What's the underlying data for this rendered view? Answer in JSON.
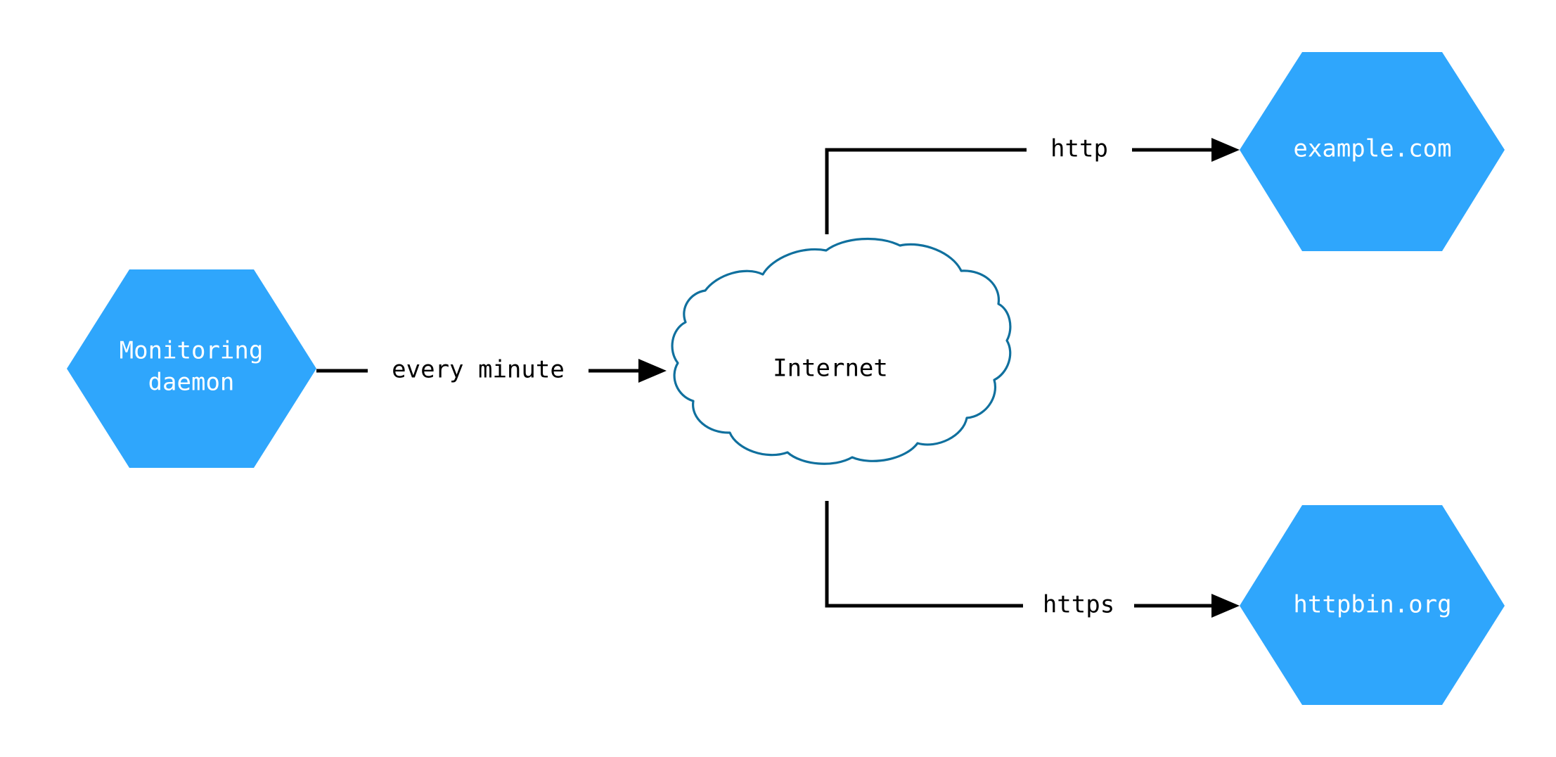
{
  "diagram": {
    "type": "network-flow-diagram",
    "background_color": "#ffffff",
    "node_fill_color": "#2FA6FC",
    "node_text_color": "#ffffff",
    "cloud_stroke_color": "#10709E",
    "cloud_fill_color": "#ffffff",
    "edge_color": "#000000",
    "nodes": [
      {
        "id": "monitoring-daemon",
        "shape": "hexagon",
        "label_line1": "Monitoring",
        "label_line2": "daemon"
      },
      {
        "id": "internet",
        "shape": "cloud",
        "label": "Internet"
      },
      {
        "id": "example-com",
        "shape": "hexagon",
        "label": "example.com"
      },
      {
        "id": "httpbin-org",
        "shape": "hexagon",
        "label": "httpbin.org"
      }
    ],
    "edges": [
      {
        "id": "daemon-to-internet",
        "from": "monitoring-daemon",
        "to": "internet",
        "label": "every minute",
        "arrow": "end"
      },
      {
        "id": "internet-to-example",
        "from": "internet",
        "to": "example-com",
        "label": "http",
        "arrow": "end"
      },
      {
        "id": "internet-to-httpbin",
        "from": "internet",
        "to": "httpbin-org",
        "label": "https",
        "arrow": "end"
      }
    ]
  }
}
